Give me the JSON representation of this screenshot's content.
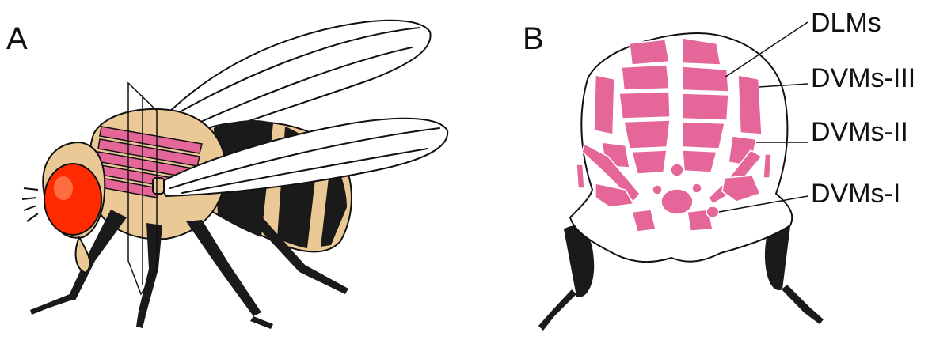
{
  "panels": {
    "a": {
      "letter": "A"
    },
    "b": {
      "letter": "B"
    }
  },
  "labels": {
    "dlm": "DLMs",
    "dvm3": "DVMs-III",
    "dvm2": "DVMs-II",
    "dvm1": "DVMs-I"
  },
  "colors": {
    "body_tan": "#ebc997",
    "muscle_pink": "#e5679a",
    "eye_red": "#ff2a00",
    "leg_black": "#1a1a1a",
    "wing_white": "#ffffff",
    "thorax_section_fill": "#ffffff"
  }
}
